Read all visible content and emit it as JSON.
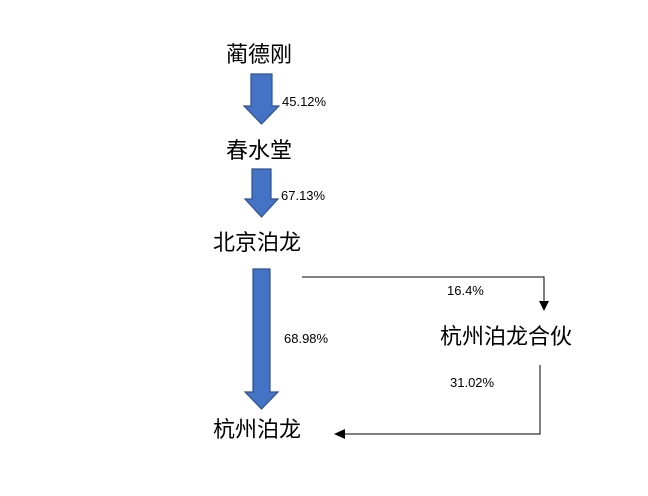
{
  "nodes": {
    "n1": "蔺德刚",
    "n2": "春水堂",
    "n3": "北京泊龙",
    "n4": "杭州泊龙合伙",
    "n5": "杭州泊龙"
  },
  "edges": [
    {
      "from": "蔺德刚",
      "to": "春水堂",
      "label": "45.12%"
    },
    {
      "from": "春水堂",
      "to": "北京泊龙",
      "label": "67.13%"
    },
    {
      "from": "北京泊龙",
      "to": "杭州泊龙",
      "label": "68.98%"
    },
    {
      "from": "北京泊龙",
      "to": "杭州泊龙合伙",
      "label": "16.4%"
    },
    {
      "from": "杭州泊龙合伙",
      "to": "杭州泊龙",
      "label": "31.02%"
    }
  ],
  "colors": {
    "block_arrow_fill": "#4472C4",
    "block_arrow_stroke": "#2F528F",
    "connector": "#000000"
  }
}
